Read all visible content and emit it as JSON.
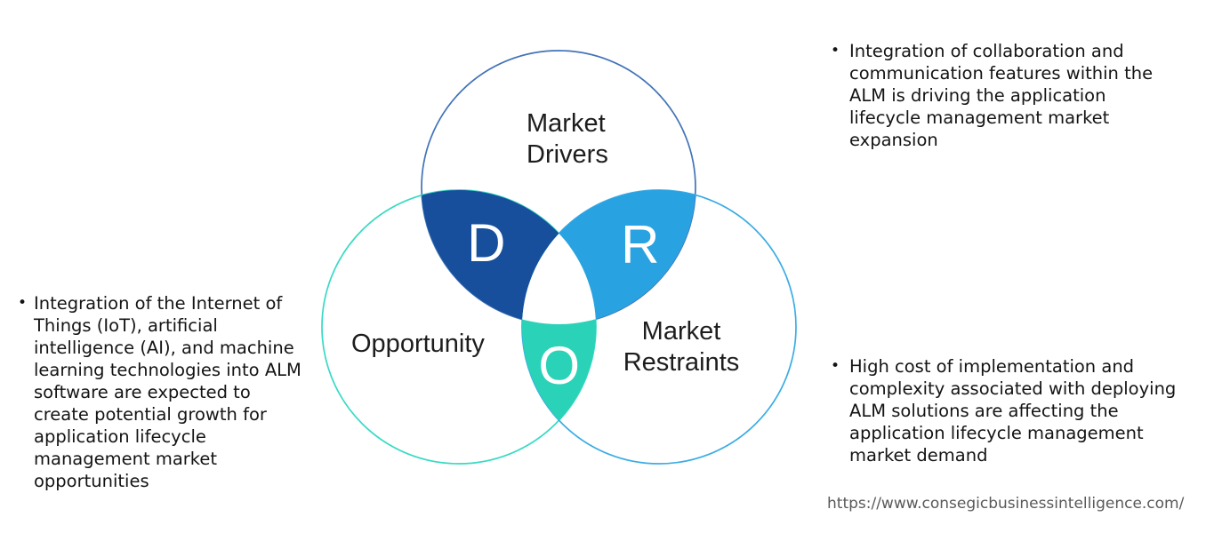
{
  "venn": {
    "circles": [
      {
        "name": "Market Drivers",
        "label": "Market\nDrivers",
        "letter": "D",
        "outline_color": "#4273b7",
        "lens_color": "#174f9c"
      },
      {
        "name": "Market Restraints",
        "label": "Market\nRestraints",
        "letter": "R",
        "outline_color": "#3cace4",
        "lens_color": "#29a2e2"
      },
      {
        "name": "Opportunity",
        "label": "Opportunity",
        "letter": "O",
        "outline_color": "#38dac4",
        "lens_color": "#2ad2b7"
      }
    ]
  },
  "bullets": {
    "marker": "•",
    "left": "Integration of the Internet of\nThings (IoT), artificial\nintelligence (AI), and machine\nlearning technologies into ALM\nsoftware are expected to\ncreate potential growth for\napplication lifecycle\nmanagement market\nopportunities",
    "top_right": "Integration of collaboration and\ncommunication features within the\nALM is driving the application\nlifecycle management market\nexpansion",
    "bottom_right": "High cost of implementation and\ncomplexity associated with deploying\nALM solutions are affecting the\napplication lifecycle management\nmarket demand"
  },
  "footer": {
    "url": "https://www.consegicbusinessintelligence.com/"
  }
}
